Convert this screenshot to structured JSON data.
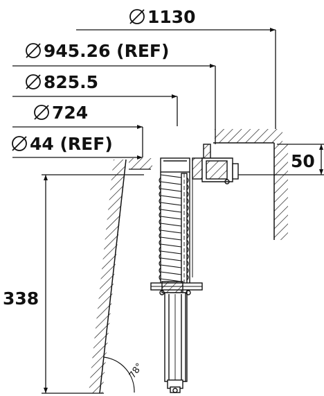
{
  "dimensions": {
    "d1": {
      "symbol": "diameter-icon",
      "value": "1130"
    },
    "d2": {
      "symbol": "diameter-icon",
      "value": "945.26 (REF)"
    },
    "d3": {
      "symbol": "diameter-icon",
      "value": "825.5"
    },
    "d4": {
      "symbol": "diameter-icon",
      "value": "724"
    },
    "d5": {
      "symbol": "diameter-icon",
      "value": "44 (REF)"
    },
    "height_right": "50",
    "height_left": "338",
    "angle": "78°"
  },
  "colors": {
    "line": "#111111",
    "background": "#ffffff"
  }
}
